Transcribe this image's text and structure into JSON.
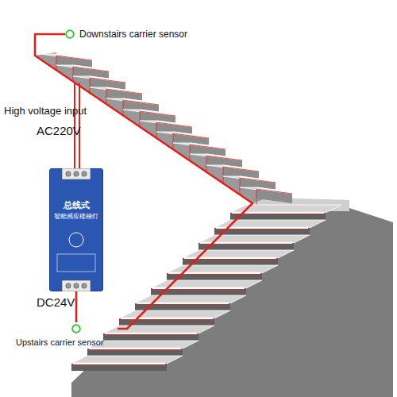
{
  "diagram": {
    "nodes": [
      {
        "text": [
          "Downstairs carrier sensor"
        ]
      },
      {
        "text": [
          "总线式",
          "智能感应楼梯灯"
        ]
      },
      {
        "text": [
          "Upstairs carrier sensor"
        ]
      }
    ],
    "edges": [
      {
        "from": 1,
        "to": 2,
        "arrow": "none"
      },
      {
        "from": 2,
        "to": 0,
        "arrow": "none"
      }
    ],
    "labels": [
      "High voltage input",
      "AC220V",
      "DC24V"
    ]
  }
}
